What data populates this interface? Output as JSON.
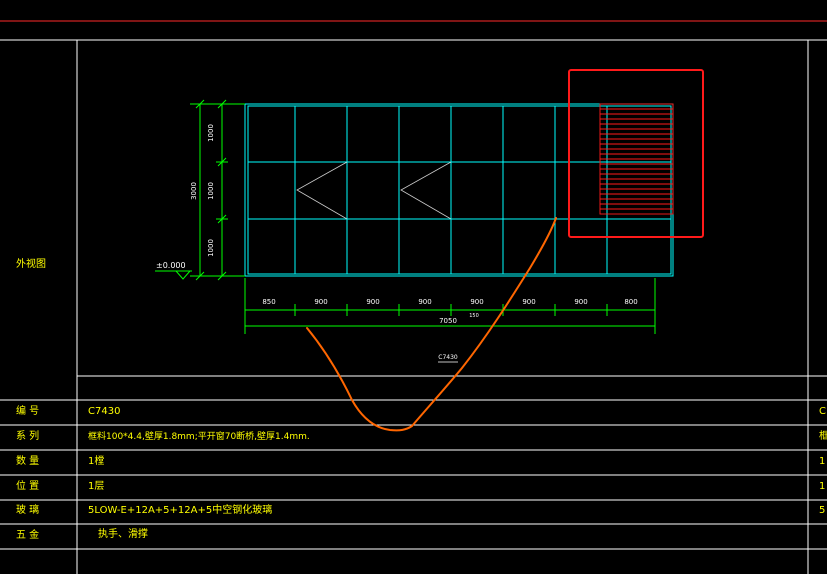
{
  "drawing": {
    "side_label": "外视图",
    "elevation": {
      "total_height": "3000",
      "row_heights": [
        "1000",
        "1000",
        "1000"
      ],
      "level_mark": "±0.000",
      "column_widths": [
        "850",
        "900",
        "900",
        "900",
        "900",
        "900",
        "900",
        "800"
      ],
      "total_width": "7050",
      "small_note": "150",
      "caption": "C7430"
    }
  },
  "schedule": {
    "rows": [
      {
        "label": "编  号",
        "value": "C7430",
        "right_stub": "C"
      },
      {
        "label": "系  列",
        "value": "框料100*4.4,壁厚1.8mm;平开窗70断桥,壁厚1.4mm.",
        "right_stub": "框"
      },
      {
        "label": "数  量",
        "value": "1樘",
        "right_stub": "1"
      },
      {
        "label": "位  置",
        "value": "1层",
        "right_stub": "1"
      },
      {
        "label": "玻  璃",
        "value": "5LOW-E+12A+5+12A+5中空钢化玻璃",
        "right_stub": "5"
      },
      {
        "label": "五  金",
        "value": "执手、滑撑",
        "right_stub": ""
      }
    ]
  },
  "annotations": {
    "highlight_color": "#ff1a1a",
    "markup_color": "#ff6600",
    "frame_color": "#00ffff",
    "dimension_color": "#00ff00"
  }
}
